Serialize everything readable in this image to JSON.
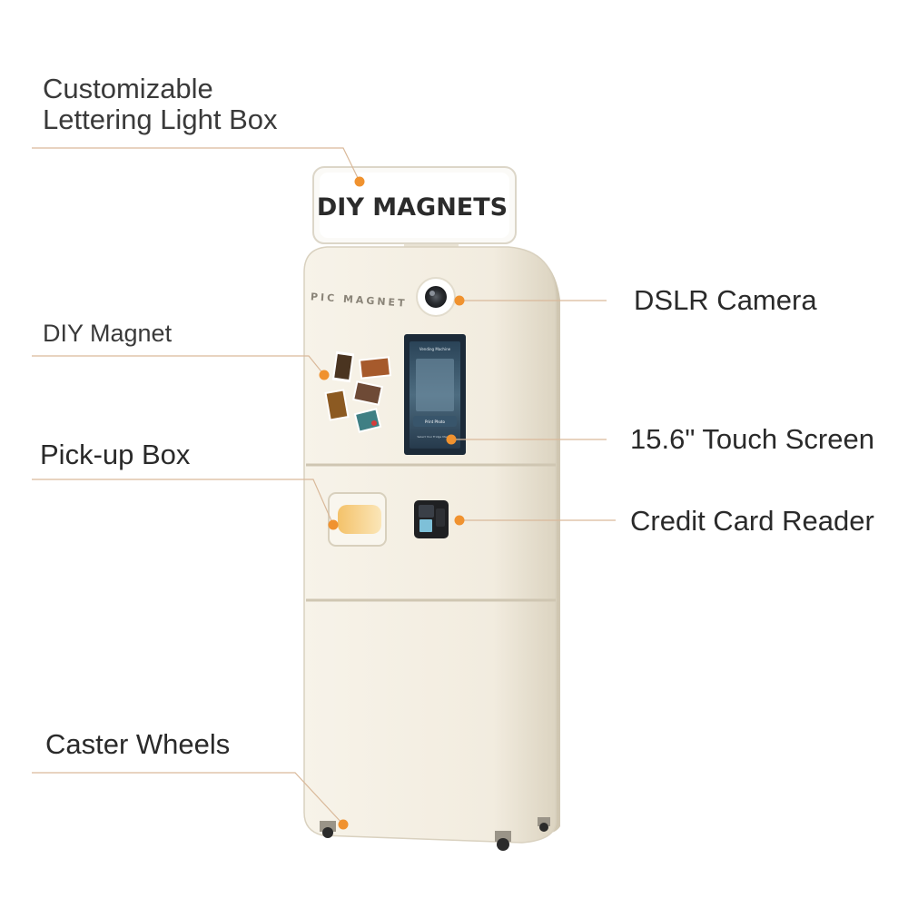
{
  "callouts": [
    {
      "id": "light-box",
      "label": "Customizable\nLettering Light Box"
    },
    {
      "id": "diy-magnet",
      "label": "DIY Magnet"
    },
    {
      "id": "pickup-box",
      "label": "Pick-up Box"
    },
    {
      "id": "caster-wheels",
      "label": "Caster Wheels"
    },
    {
      "id": "dslr-camera",
      "label": "DSLR Camera"
    },
    {
      "id": "touch-screen",
      "label": "15.6\" Touch Screen"
    },
    {
      "id": "card-reader",
      "label": "Credit Card Reader"
    }
  ],
  "machine": {
    "sign_text": "DIY MAGNETS",
    "brand_text": "PIC MAGNET",
    "screen_header": "Vending Machine",
    "screen_button": "Print Photo",
    "screen_footer": "Select Your Fridge Magnet"
  },
  "colors": {
    "accent": "#f0922f",
    "leader_line": "#d9b99a",
    "body": "#f4efe3",
    "body_shadow": "#e3dccb",
    "screen_bezel": "#1c2a38"
  }
}
